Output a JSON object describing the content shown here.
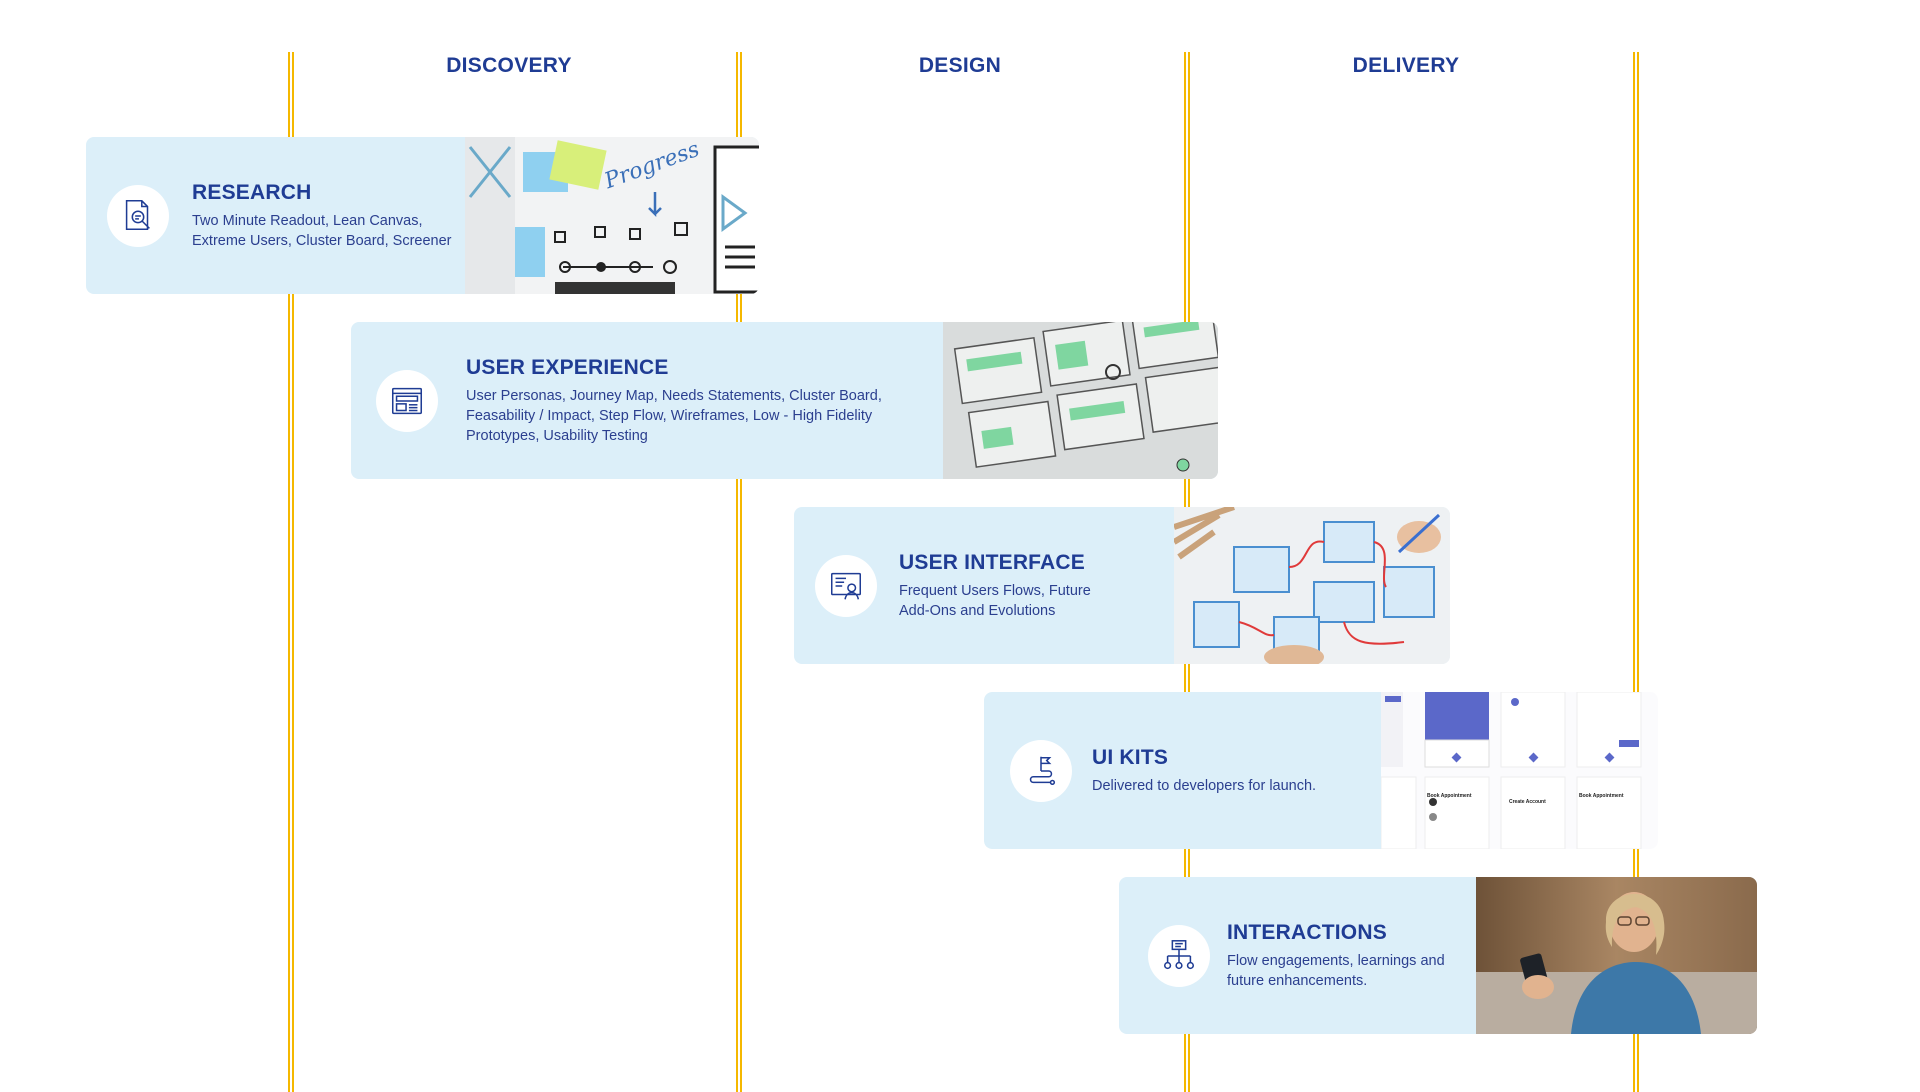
{
  "phases": {
    "discovery": "DISCOVERY",
    "design": "DESIGN",
    "delivery": "DELIVERY"
  },
  "colors": {
    "accent_line": "#f5b800",
    "title": "#1f3c94",
    "card_bg": "#dceff9"
  },
  "cards": [
    {
      "title": "RESEARCH",
      "description": "Two Minute Readout, Lean Canvas, Extreme Users, Cluster Board, Screener",
      "icon": "document-search-icon",
      "image": "whiteboard-sticky-notes-photo"
    },
    {
      "title": "USER EXPERIENCE",
      "description": "User Personas, Journey Map, Needs Statements, Cluster Board, Feasability / Impact, Step Flow, Wireframes, Low - High Fidelity Prototypes, Usability Testing",
      "icon": "layout-template-icon",
      "image": "wireframe-sketches-photo"
    },
    {
      "title": "USER INTERFACE",
      "description": "Frequent Users Flows, Future Add-Ons and Evolutions",
      "icon": "user-profile-screen-icon",
      "image": "hands-drawing-wireframes-photo"
    },
    {
      "title": "UI KITS",
      "description": "Delivered to developers for launch.",
      "icon": "flag-path-icon",
      "image": "mobile-ui-screens-image",
      "screen_labels": [
        "Book Appointment",
        "Create Account",
        "Book Appointment"
      ]
    },
    {
      "title": "INTERACTIONS",
      "description": "Flow engagements, learnings and future enhancements.",
      "icon": "sitemap-icon",
      "image": "woman-using-phone-photo"
    }
  ]
}
